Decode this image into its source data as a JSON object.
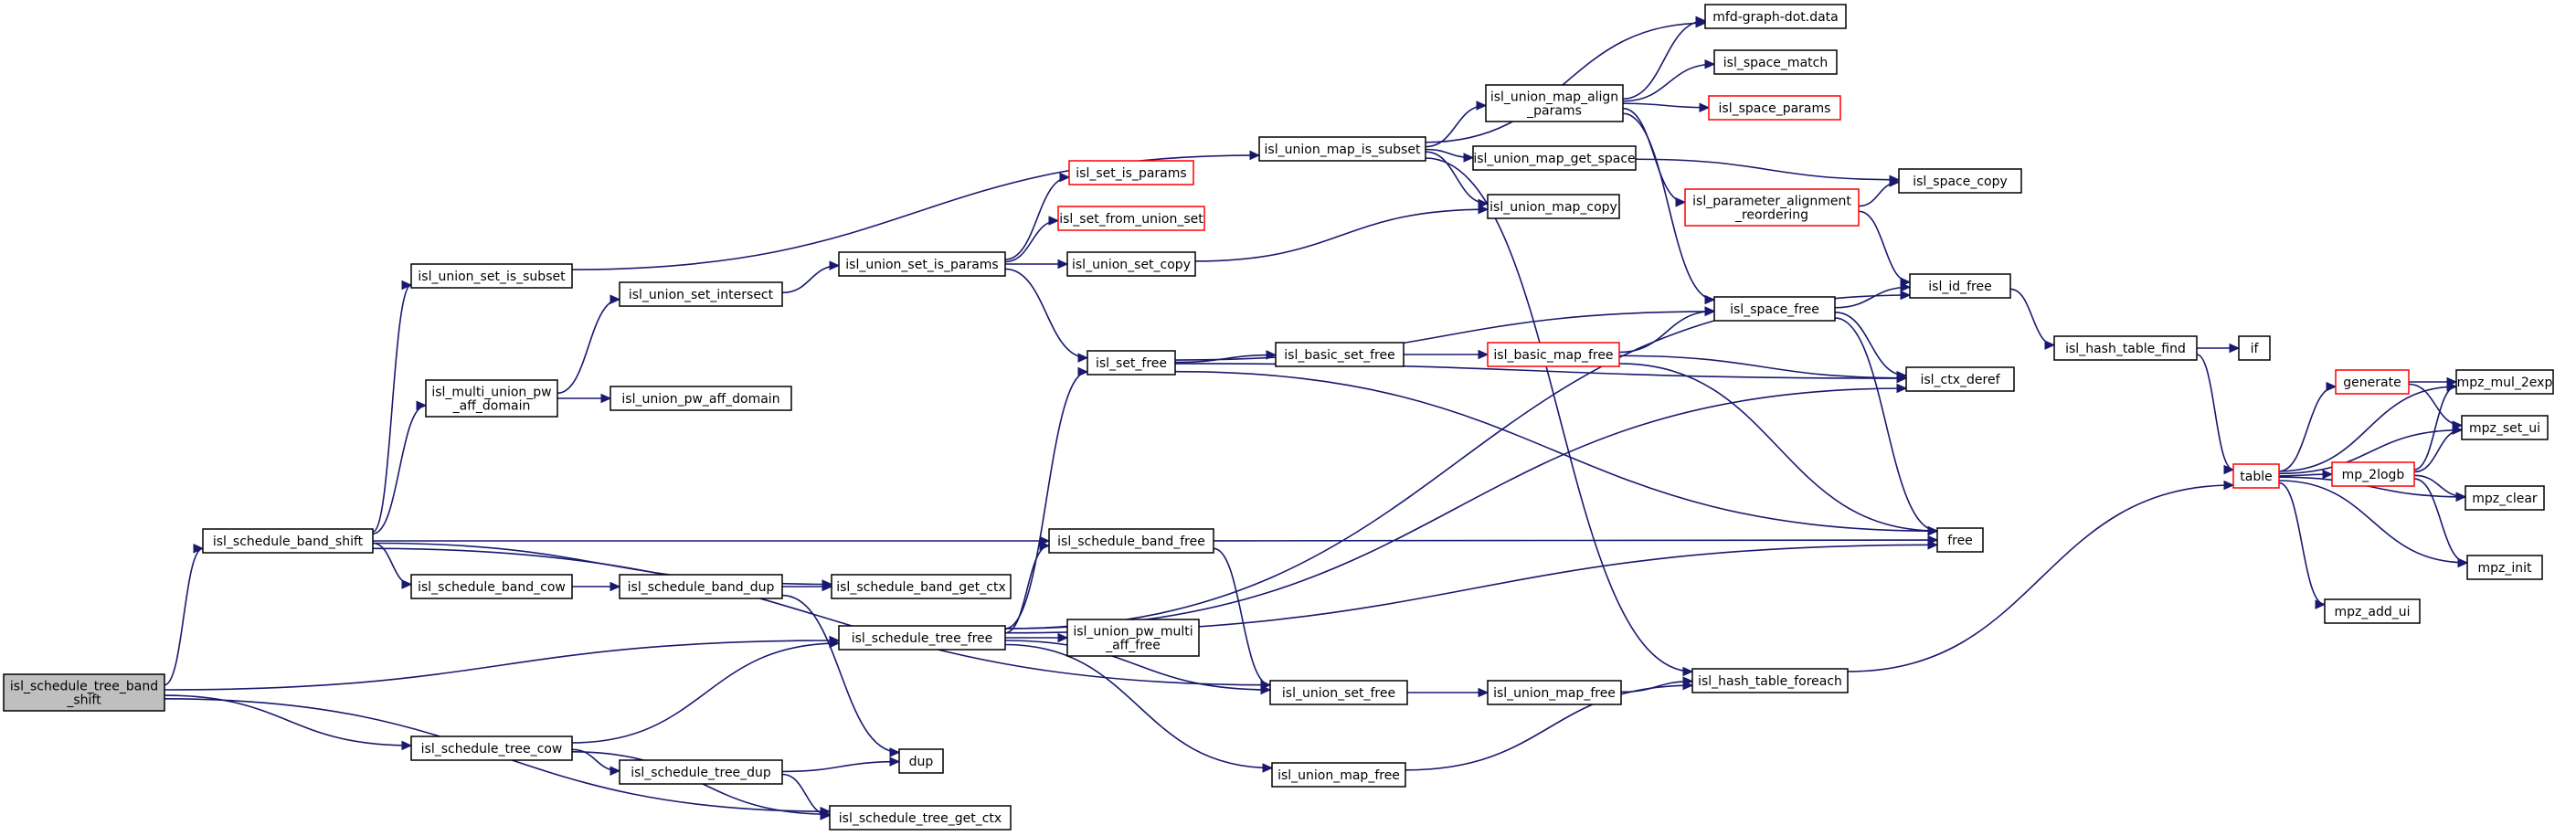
{
  "colors": {
    "edge": "#191970",
    "node_border": "#000000",
    "truncated_node_border": "#ff0000",
    "root_fill": "#bfbfbf",
    "node_fill": "#ffffff"
  },
  "root": "isl_schedule_tree_band_shift",
  "nodes": [
    {
      "id": "root",
      "lines": [
        "isl_schedule_tree_band",
        "_shift"
      ],
      "style": "root"
    },
    {
      "id": "band_shift",
      "lines": [
        "isl_schedule_band_shift"
      ],
      "style": "normal"
    },
    {
      "id": "tree_cow",
      "lines": [
        "isl_schedule_tree_cow"
      ],
      "style": "normal"
    },
    {
      "id": "tree_free",
      "lines": [
        "isl_schedule_tree_free"
      ],
      "style": "normal"
    },
    {
      "id": "tree_get_ctx",
      "lines": [
        "isl_schedule_tree_get_ctx"
      ],
      "style": "normal"
    },
    {
      "id": "union_set_free",
      "lines": [
        "isl_union_set_free"
      ],
      "style": "normal"
    },
    {
      "id": "union_set_is_subset",
      "lines": [
        "isl_union_set_is_subset"
      ],
      "style": "normal"
    },
    {
      "id": "multi_union_pw",
      "lines": [
        "isl_multi_union_pw",
        "_aff_domain"
      ],
      "style": "normal"
    },
    {
      "id": "band_cow",
      "lines": [
        "isl_schedule_band_cow"
      ],
      "style": "normal"
    },
    {
      "id": "band_get_ctx",
      "lines": [
        "isl_schedule_band_get_ctx"
      ],
      "style": "normal"
    },
    {
      "id": "band_free",
      "lines": [
        "isl_schedule_band_free"
      ],
      "style": "normal"
    },
    {
      "id": "union_set_intersect",
      "lines": [
        "isl_union_set_intersect"
      ],
      "style": "normal"
    },
    {
      "id": "union_pw_aff_domain",
      "lines": [
        "isl_union_pw_aff_domain"
      ],
      "style": "normal"
    },
    {
      "id": "band_dup",
      "lines": [
        "isl_schedule_band_dup"
      ],
      "style": "normal"
    },
    {
      "id": "tree_dup",
      "lines": [
        "isl_schedule_tree_dup"
      ],
      "style": "normal"
    },
    {
      "id": "dup",
      "lines": [
        "dup"
      ],
      "style": "normal"
    },
    {
      "id": "union_set_is_params",
      "lines": [
        "isl_union_set_is_params"
      ],
      "style": "normal"
    },
    {
      "id": "set_is_params",
      "lines": [
        "isl_set_is_params"
      ],
      "style": "red"
    },
    {
      "id": "set_from_union_set",
      "lines": [
        "isl_set_from_union_set"
      ],
      "style": "red"
    },
    {
      "id": "union_set_copy",
      "lines": [
        "isl_union_set_copy"
      ],
      "style": "normal"
    },
    {
      "id": "set_free",
      "lines": [
        "isl_set_free"
      ],
      "style": "normal"
    },
    {
      "id": "union_pw_multi",
      "lines": [
        "isl_union_pw_multi",
        "_aff_free"
      ],
      "style": "normal"
    },
    {
      "id": "union_map_free_a",
      "lines": [
        "isl_union_map_free"
      ],
      "style": "normal"
    },
    {
      "id": "union_map_free_b",
      "lines": [
        "isl_union_map_free"
      ],
      "style": "normal"
    },
    {
      "id": "union_map_is_subset",
      "lines": [
        "isl_union_map_is_subset"
      ],
      "style": "normal"
    },
    {
      "id": "mfd",
      "lines": [
        "mfd-graph-dot.data"
      ],
      "style": "normal"
    },
    {
      "id": "union_map_align",
      "lines": [
        "isl_union_map_align",
        "_params"
      ],
      "style": "normal"
    },
    {
      "id": "union_map_get_space",
      "lines": [
        "isl_union_map_get_space"
      ],
      "style": "normal"
    },
    {
      "id": "union_map_copy",
      "lines": [
        "isl_union_map_copy"
      ],
      "style": "normal"
    },
    {
      "id": "space_match",
      "lines": [
        "isl_space_match"
      ],
      "style": "normal"
    },
    {
      "id": "space_params",
      "lines": [
        "isl_space_params"
      ],
      "style": "red"
    },
    {
      "id": "param_align",
      "lines": [
        "isl_parameter_alignment",
        "_reordering"
      ],
      "style": "red"
    },
    {
      "id": "space_copy",
      "lines": [
        "isl_space_copy"
      ],
      "style": "normal"
    },
    {
      "id": "space_free",
      "lines": [
        "isl_space_free"
      ],
      "style": "normal"
    },
    {
      "id": "id_free",
      "lines": [
        "isl_id_free"
      ],
      "style": "normal"
    },
    {
      "id": "basic_set_free",
      "lines": [
        "isl_basic_set_free"
      ],
      "style": "normal"
    },
    {
      "id": "basic_map_free",
      "lines": [
        "isl_basic_map_free"
      ],
      "style": "red"
    },
    {
      "id": "ctx_deref",
      "lines": [
        "isl_ctx_deref"
      ],
      "style": "normal"
    },
    {
      "id": "free",
      "lines": [
        "free"
      ],
      "style": "normal"
    },
    {
      "id": "hash_foreach",
      "lines": [
        "isl_hash_table_foreach"
      ],
      "style": "normal"
    },
    {
      "id": "hash_find",
      "lines": [
        "isl_hash_table_find"
      ],
      "style": "normal"
    },
    {
      "id": "if",
      "lines": [
        "if"
      ],
      "style": "normal"
    },
    {
      "id": "table",
      "lines": [
        "table"
      ],
      "style": "red"
    },
    {
      "id": "generate",
      "lines": [
        "generate"
      ],
      "style": "red"
    },
    {
      "id": "mp_2logb",
      "lines": [
        "mp_2logb"
      ],
      "style": "red"
    },
    {
      "id": "mpz_add_ui",
      "lines": [
        "mpz_add_ui"
      ],
      "style": "normal"
    },
    {
      "id": "mpz_mul_2exp",
      "lines": [
        "mpz_mul_2exp"
      ],
      "style": "normal"
    },
    {
      "id": "mpz_set_ui",
      "lines": [
        "mpz_set_ui"
      ],
      "style": "normal"
    },
    {
      "id": "mpz_clear",
      "lines": [
        "mpz_clear"
      ],
      "style": "normal"
    },
    {
      "id": "mpz_init",
      "lines": [
        "mpz_init"
      ],
      "style": "normal"
    }
  ],
  "edges": [
    [
      "root",
      "band_shift"
    ],
    [
      "root",
      "tree_free"
    ],
    [
      "root",
      "tree_cow"
    ],
    [
      "root",
      "tree_get_ctx"
    ],
    [
      "band_shift",
      "union_set_is_subset"
    ],
    [
      "band_shift",
      "multi_union_pw"
    ],
    [
      "band_shift",
      "band_cow"
    ],
    [
      "band_shift",
      "band_get_ctx"
    ],
    [
      "band_shift",
      "band_free"
    ],
    [
      "band_shift",
      "union_set_free"
    ],
    [
      "tree_cow",
      "tree_free"
    ],
    [
      "tree_cow",
      "tree_dup"
    ],
    [
      "tree_cow",
      "tree_get_ctx"
    ],
    [
      "tree_dup",
      "dup"
    ],
    [
      "tree_dup",
      "tree_get_ctx"
    ],
    [
      "band_cow",
      "band_dup"
    ],
    [
      "band_dup",
      "band_get_ctx"
    ],
    [
      "band_dup",
      "dup"
    ],
    [
      "union_set_is_subset",
      "union_map_is_subset"
    ],
    [
      "multi_union_pw",
      "union_set_intersect"
    ],
    [
      "multi_union_pw",
      "union_pw_aff_domain"
    ],
    [
      "union_set_intersect",
      "union_set_is_params"
    ],
    [
      "union_set_is_params",
      "set_is_params"
    ],
    [
      "union_set_is_params",
      "set_from_union_set"
    ],
    [
      "union_set_is_params",
      "union_set_copy"
    ],
    [
      "union_set_is_params",
      "set_free"
    ],
    [
      "union_set_copy",
      "union_map_copy"
    ],
    [
      "tree_free",
      "band_free"
    ],
    [
      "tree_free",
      "union_pw_multi"
    ],
    [
      "tree_free",
      "union_set_free"
    ],
    [
      "tree_free",
      "union_map_free_b"
    ],
    [
      "tree_free",
      "set_free"
    ],
    [
      "tree_free",
      "id_free"
    ],
    [
      "tree_free",
      "ctx_deref"
    ],
    [
      "tree_free",
      "free"
    ],
    [
      "band_free",
      "union_set_free"
    ],
    [
      "band_free",
      "free"
    ],
    [
      "union_set_free",
      "union_map_free_a"
    ],
    [
      "union_map_free_a",
      "hash_foreach"
    ],
    [
      "union_map_free_b",
      "hash_foreach"
    ],
    [
      "set_free",
      "basic_set_free"
    ],
    [
      "set_free",
      "space_free"
    ],
    [
      "set_free",
      "ctx_deref"
    ],
    [
      "set_free",
      "free"
    ],
    [
      "basic_set_free",
      "basic_map_free"
    ],
    [
      "basic_map_free",
      "space_free"
    ],
    [
      "basic_map_free",
      "ctx_deref"
    ],
    [
      "basic_map_free",
      "free"
    ],
    [
      "union_map_is_subset",
      "mfd"
    ],
    [
      "union_map_is_subset",
      "union_map_align"
    ],
    [
      "union_map_is_subset",
      "union_map_get_space"
    ],
    [
      "union_map_is_subset",
      "union_map_copy"
    ],
    [
      "union_map_is_subset",
      "hash_foreach"
    ],
    [
      "union_map_align",
      "mfd"
    ],
    [
      "union_map_align",
      "space_match"
    ],
    [
      "union_map_align",
      "space_params"
    ],
    [
      "union_map_align",
      "param_align"
    ],
    [
      "union_map_align",
      "space_free"
    ],
    [
      "union_map_get_space",
      "space_copy"
    ],
    [
      "param_align",
      "space_copy"
    ],
    [
      "param_align",
      "id_free"
    ],
    [
      "space_free",
      "id_free"
    ],
    [
      "space_free",
      "ctx_deref"
    ],
    [
      "space_free",
      "free"
    ],
    [
      "id_free",
      "hash_find"
    ],
    [
      "hash_foreach",
      "table"
    ],
    [
      "hash_find",
      "if"
    ],
    [
      "hash_find",
      "table"
    ],
    [
      "table",
      "generate"
    ],
    [
      "table",
      "mp_2logb"
    ],
    [
      "table",
      "mpz_add_ui"
    ],
    [
      "table",
      "mpz_mul_2exp"
    ],
    [
      "table",
      "mpz_set_ui"
    ],
    [
      "table",
      "mpz_clear"
    ],
    [
      "table",
      "mpz_init"
    ],
    [
      "generate",
      "mpz_mul_2exp"
    ],
    [
      "generate",
      "mpz_set_ui"
    ],
    [
      "mp_2logb",
      "mpz_mul_2exp"
    ],
    [
      "mp_2logb",
      "mpz_set_ui"
    ],
    [
      "mp_2logb",
      "mpz_clear"
    ],
    [
      "mp_2logb",
      "mpz_init"
    ]
  ]
}
